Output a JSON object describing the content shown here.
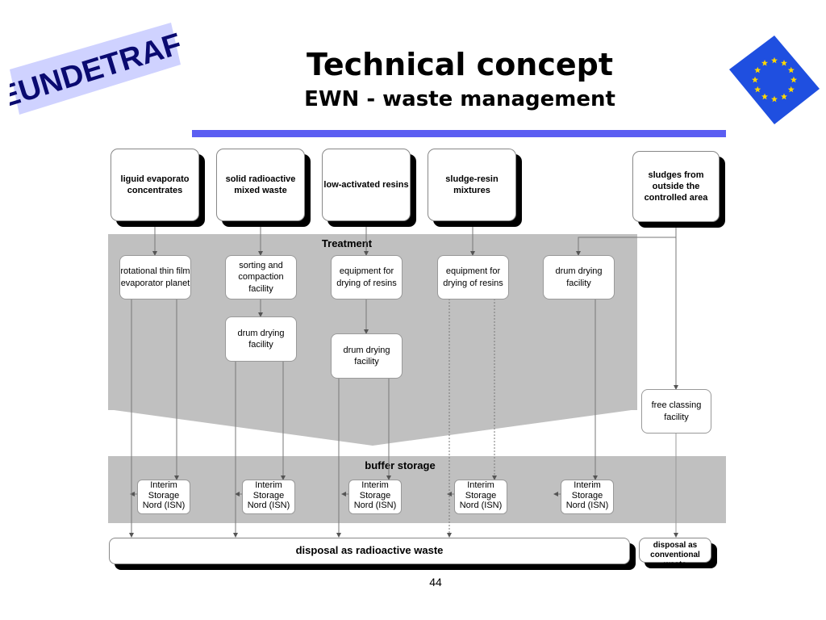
{
  "header": {
    "title": "Technical concept",
    "subtitle": "EWN - waste management",
    "logo_text": "EUNDETRAF"
  },
  "colors": {
    "rule": "#5b5ef2",
    "band": "#c0c0c0",
    "flag_blue": "#1f4fe0",
    "flag_star": "#ffd800"
  },
  "sources": [
    {
      "id": "evaporator",
      "label": "liguid evaporato concentrates"
    },
    {
      "id": "solid",
      "label": "solid radioactive mixed waste"
    },
    {
      "id": "resins",
      "label": "low-activated resins"
    },
    {
      "id": "sludge",
      "label": "sludge-resin mixtures"
    },
    {
      "id": "outside",
      "label": "sludges from outside the controlled area"
    }
  ],
  "treatment": {
    "label": "Treatment",
    "row1": [
      {
        "label": "rotational thin film evaporator planet"
      },
      {
        "label": "sorting and compaction facility"
      },
      {
        "label": "equipment for drying of resins"
      },
      {
        "label": "equipment for drying of resins"
      },
      {
        "label": "drum drying facility"
      }
    ],
    "row2": [
      {
        "label": "drum drying facility"
      },
      {
        "label": "drum drying facility"
      }
    ]
  },
  "free_classing": "free classing facility",
  "buffer": {
    "label": "buffer storage",
    "items": [
      "Interim Storage Nord (ISN)",
      "Interim Storage Nord (ISN)",
      "Interim Storage Nord (ISN)",
      "Interim Storage Nord (ISN)",
      "Interim Storage Nord (ISN)"
    ]
  },
  "disposal": {
    "radioactive": "disposal as radioactive waste",
    "conventional": "disposal as conventional waste"
  },
  "page_number": "44",
  "icons": [
    "eu-flag-icon",
    "eundetraf-logo"
  ]
}
